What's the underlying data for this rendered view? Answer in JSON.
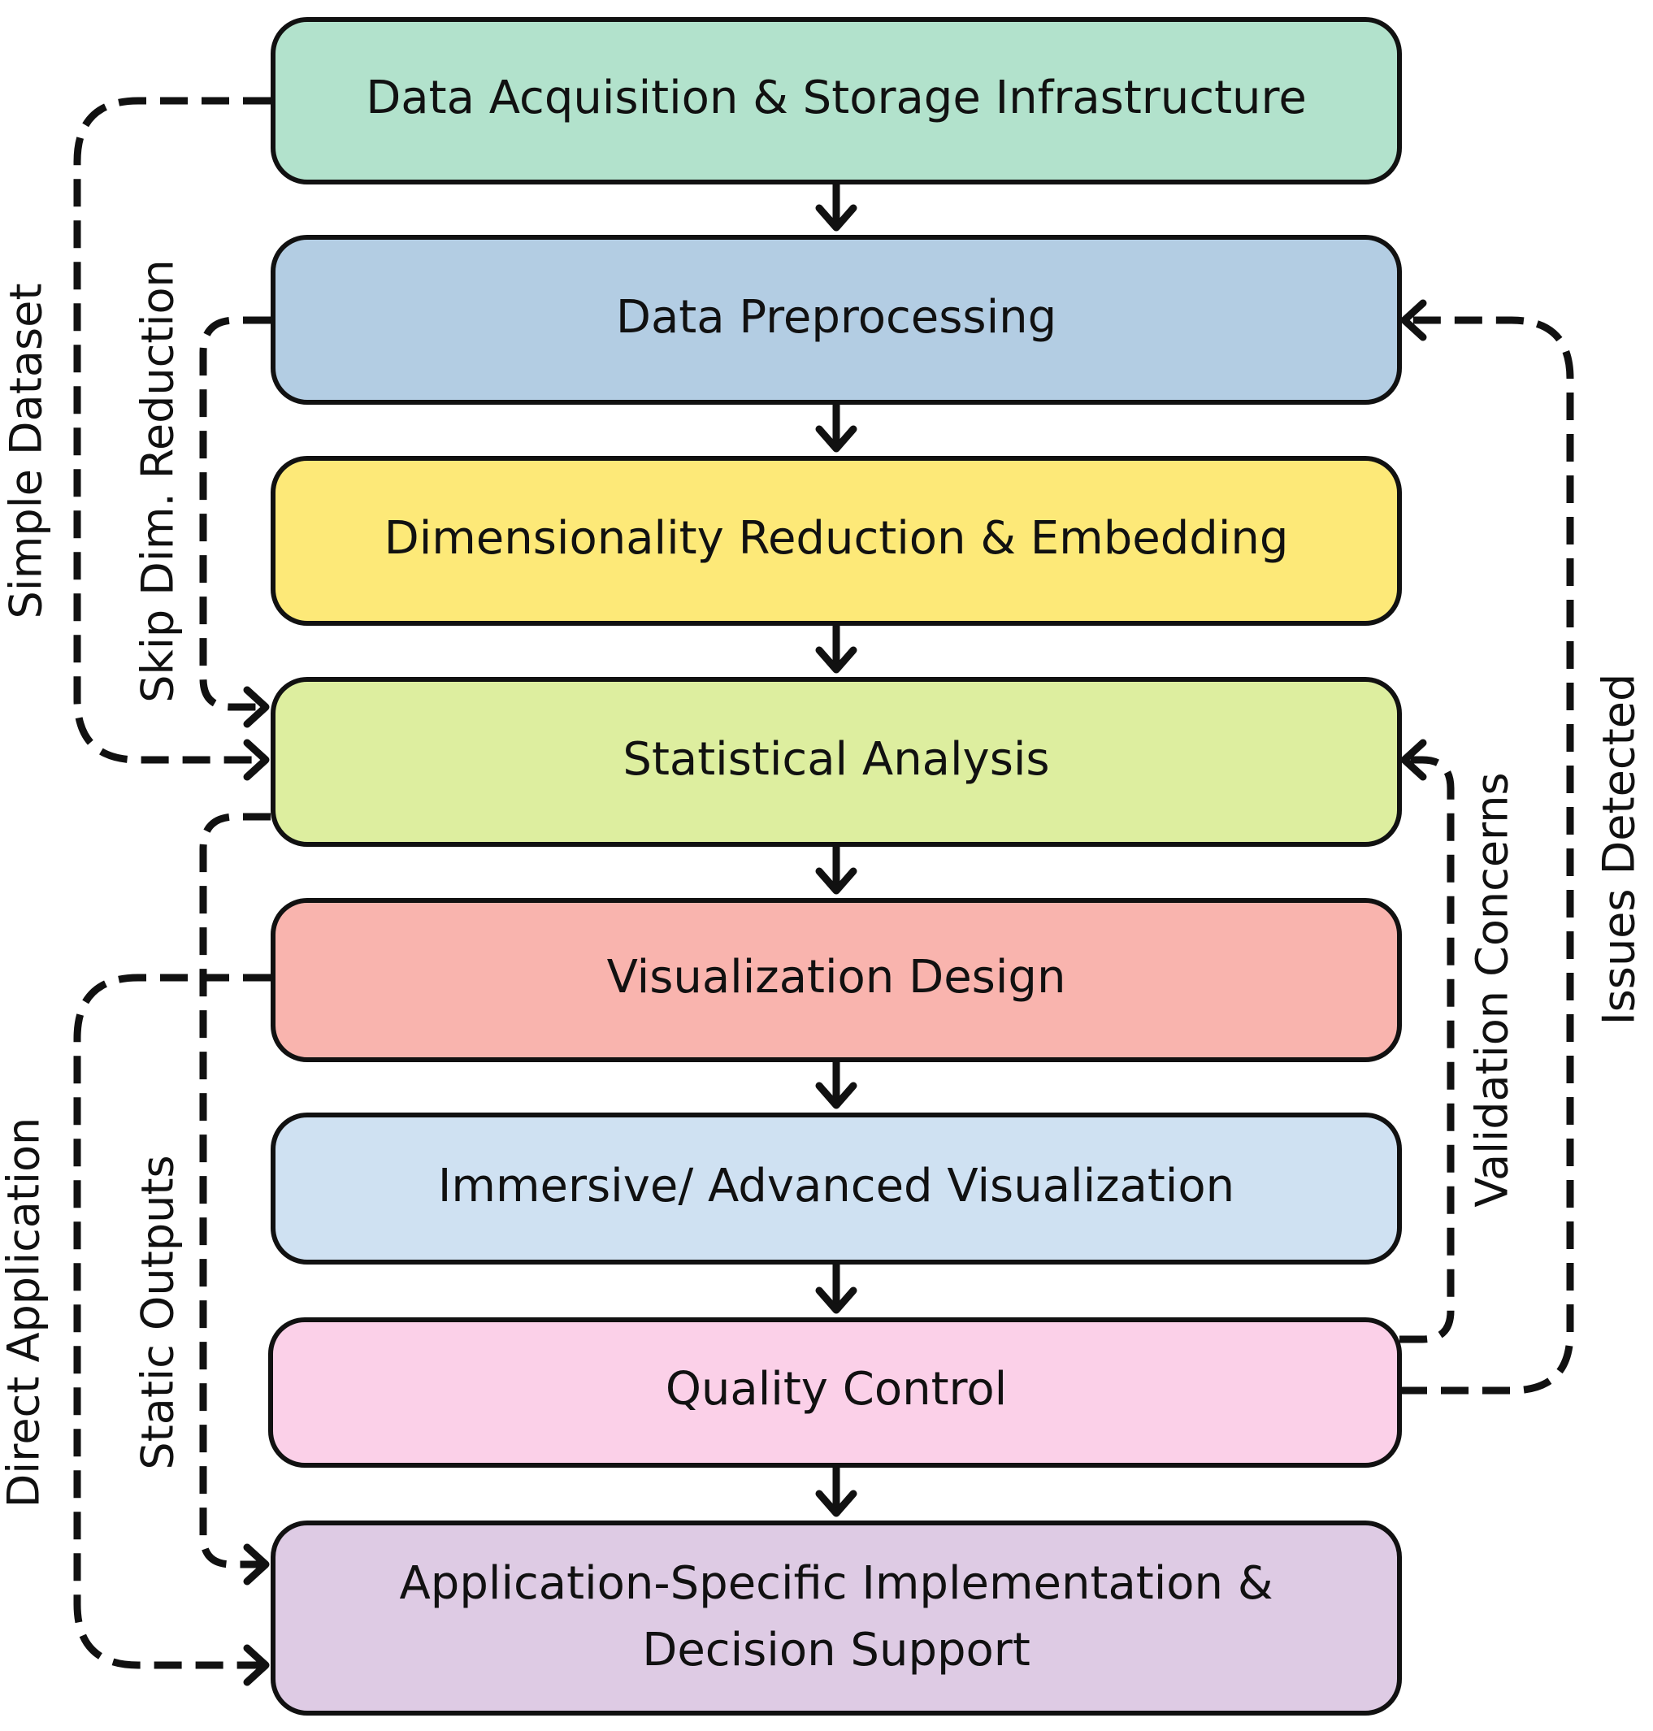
{
  "colors": {
    "stroke": "#111111",
    "data_acquisition": "#b2e2cc",
    "data_preprocessing": "#b3cde3",
    "dimensionality_reduction": "#fde978",
    "statistical_analysis": "#ddee9f",
    "visualization_design": "#f9b4ae",
    "immersive_visualization": "#cfe1f2",
    "quality_control": "#fbd0e8",
    "application_support": "#decbe4"
  },
  "boxes": {
    "data_acquisition": "Data Acquisition & Storage Infrastructure",
    "data_preprocessing": "Data Preprocessing",
    "dimensionality_reduction": "Dimensionality Reduction & Embedding",
    "statistical_analysis": "Statistical Analysis",
    "visualization_design": "Visualization Design",
    "immersive_visualization": "Immersive/ Advanced Visualization",
    "quality_control": "Quality Control",
    "application_line1": "Application-Specific Implementation &",
    "application_line2": "Decision Support"
  },
  "paths": {
    "simple_dataset": "Simple Dataset",
    "skip_dim_reduction": "Skip Dim. Reduction",
    "direct_application": "Direct Application",
    "static_outputs": "Static Outputs",
    "validation_concerns": "Validation Concerns",
    "issues_detected": "Issues Detected"
  }
}
